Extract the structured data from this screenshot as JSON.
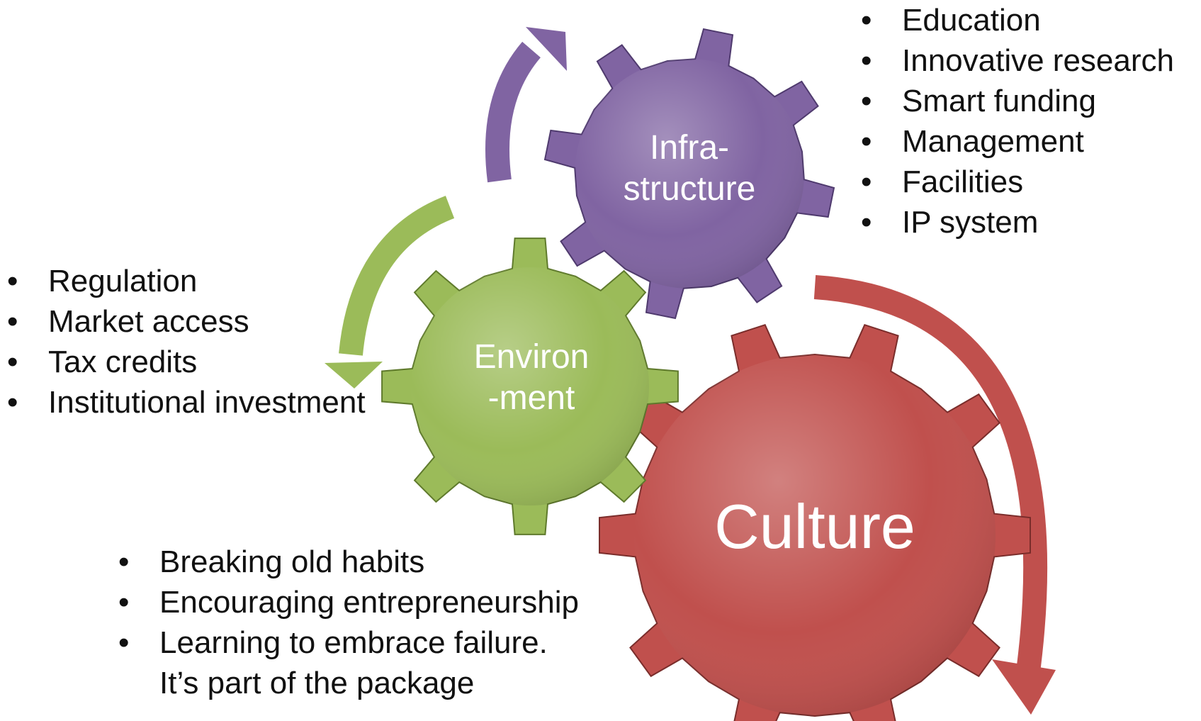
{
  "gears": {
    "infrastructure": {
      "label_1": "Infra-",
      "label_2": "structure",
      "color": "#8064a2"
    },
    "environment": {
      "label_1": "Environ",
      "label_2": "-ment",
      "color": "#9bbb59"
    },
    "culture": {
      "label": "Culture",
      "color": "#c0504d"
    }
  },
  "lists": {
    "infrastructure": [
      "Education",
      "Innovative research",
      "Smart funding",
      "Management",
      "Facilities",
      "IP system"
    ],
    "environment": [
      "Regulation",
      "Market access",
      "Tax credits",
      "Institutional investment"
    ],
    "culture": [
      "Breaking old habits",
      "Encouraging entrepreneurship",
      "Learning to embrace failure.",
      "It’s part of the package"
    ]
  },
  "arrows": {
    "purple": "#8064a2",
    "green": "#9bbb59",
    "red": "#c0504d"
  }
}
